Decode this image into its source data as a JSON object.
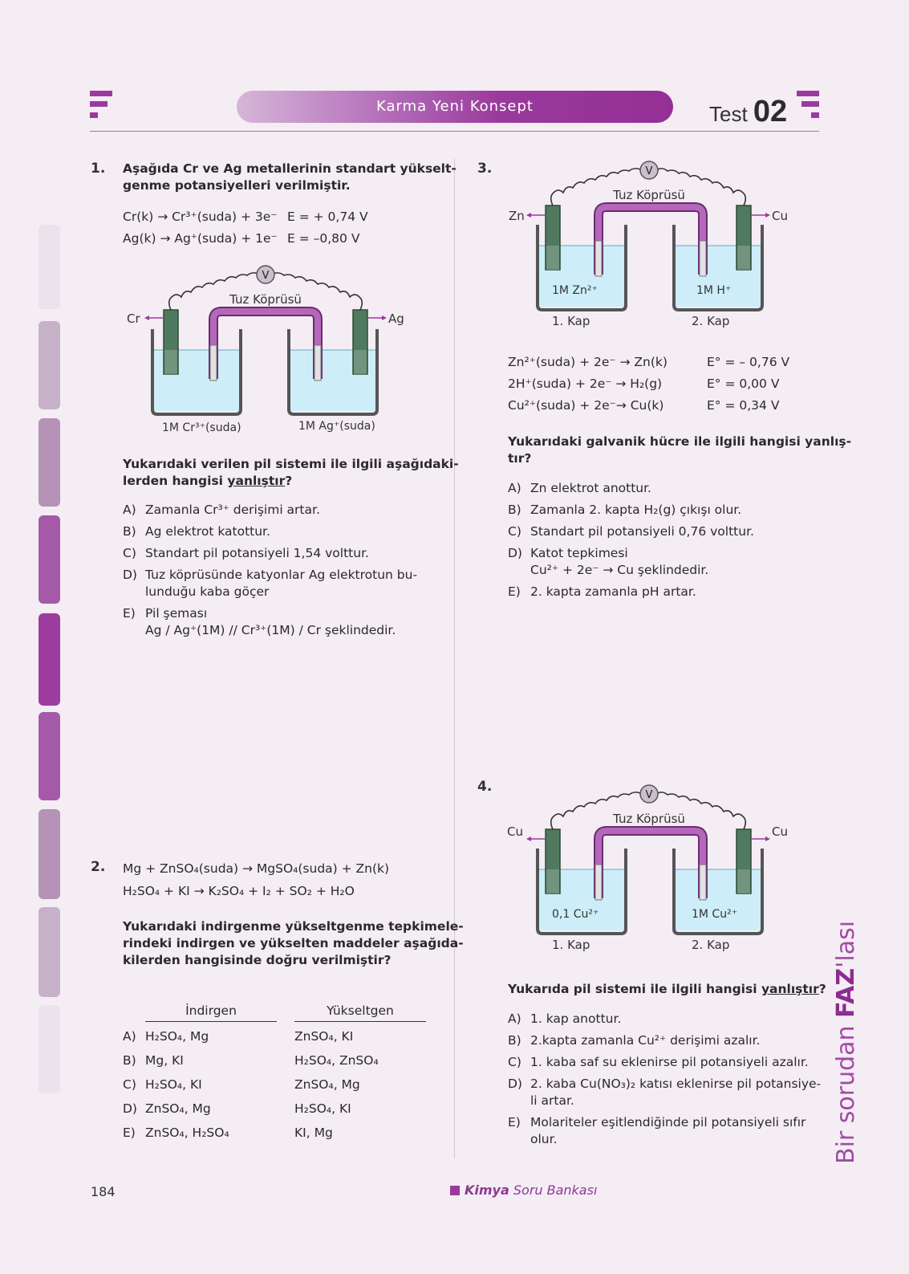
{
  "header": {
    "band_title": "Karma Yeni Konsept",
    "test_label": "Test",
    "test_number": "02"
  },
  "colors": {
    "accent": "#9b3a9e",
    "solution": "#cdeef8"
  },
  "q1": {
    "number": "1.",
    "intro_line1": "Aşağıda Cr ve Ag metallerinin standart yükselt-",
    "intro_line2": "genme potansiyelleri verilmiştir.",
    "reaction1": "Cr(k) → Cr³⁺(suda) + 3e⁻",
    "reaction1_e": "E = + 0,74 V",
    "reaction2": "Ag(k) → Ag⁺(suda) + 1e⁻",
    "reaction2_e": "E = –0,80 V",
    "diagram": {
      "voltmeter": "V",
      "bridge": "Tuz Köprüsü",
      "left_electrode": "Cr",
      "right_electrode": "Ag",
      "left_solution": "1M Cr³⁺(suda)",
      "right_solution": "1M Ag⁺(suda)"
    },
    "question_line1": "Yukarıdaki verilen pil sistemi ile ilgili aşağıdaki-",
    "question_line2_a": "lerden hangisi ",
    "question_line2_b": "yanlıştır",
    "question_line2_c": "?",
    "options": [
      {
        "letter": "A)",
        "text": "Zamanla Cr³⁺ derişimi artar."
      },
      {
        "letter": "B)",
        "text": "Ag elektrot katottur."
      },
      {
        "letter": "C)",
        "text": "Standart pil potansiyeli 1,54 volttur."
      },
      {
        "letter": "D)",
        "text": "Tuz köprüsünde katyonlar Ag elektrotun bu-",
        "text2": "lunduğu kaba göçer"
      },
      {
        "letter": "E)",
        "text": "Pil şeması",
        "text2": "Ag / Ag⁺(1M) // Cr³⁺(1M) / Cr şeklindedir."
      }
    ]
  },
  "q2": {
    "number": "2.",
    "reaction1": "Mg + ZnSO₄(suda) → MgSO₄(suda) + Zn(k)",
    "reaction2": "H₂SO₄ + KI → K₂SO₄ + I₂ + SO₂ + H₂O",
    "question_line1": "Yukarıdaki indirgenme yükseltgenme tepkimele-",
    "question_line2": "rindeki indirgen ve yükselten maddeler aşağıda-",
    "question_line3": "kilerden hangisinde doğru verilmiştir?",
    "col1": "İndirgen",
    "col2": "Yükseltgen",
    "rows": [
      {
        "letter": "A)",
        "a": "H₂SO₄, Mg",
        "b": "ZnSO₄, KI"
      },
      {
        "letter": "B)",
        "a": "Mg, KI",
        "b": "H₂SO₄, ZnSO₄"
      },
      {
        "letter": "C)",
        "a": "H₂SO₄, KI",
        "b": "ZnSO₄, Mg"
      },
      {
        "letter": "D)",
        "a": "ZnSO₄, Mg",
        "b": "H₂SO₄, KI"
      },
      {
        "letter": "E)",
        "a": "ZnSO₄, H₂SO₄",
        "b": "KI, Mg"
      }
    ]
  },
  "q3": {
    "number": "3.",
    "diagram": {
      "voltmeter": "V",
      "bridge": "Tuz Köprüsü",
      "left_electrode": "Zn",
      "right_electrode": "Cu",
      "left_solution": "1M Zn²⁺",
      "right_solution": "1M H⁺",
      "left_cup": "1. Kap",
      "right_cup": "2. Kap"
    },
    "reactions": [
      {
        "eq": "Zn²⁺(suda) + 2e⁻ → Zn(k)",
        "e": "E° = – 0,76 V"
      },
      {
        "eq": "2H⁺(suda) + 2e⁻ → H₂(g)",
        "e": "E° = 0,00 V"
      },
      {
        "eq": "Cu²⁺(suda) + 2e⁻→ Cu(k)",
        "e": "E° = 0,34 V"
      }
    ],
    "question_line1": "Yukarıdaki galvanik hücre ile ilgili hangisi yanlış-",
    "question_line2": "tır?",
    "options": [
      {
        "letter": "A)",
        "text": "Zn elektrot anottur."
      },
      {
        "letter": "B)",
        "text": "Zamanla 2. kapta H₂(g) çıkışı olur."
      },
      {
        "letter": "C)",
        "text": "Standart pil potansiyeli 0,76 volttur."
      },
      {
        "letter": "D)",
        "text": "Katot tepkimesi",
        "text2": "Cu²⁺ + 2e⁻ → Cu şeklindedir."
      },
      {
        "letter": "E)",
        "text": "2. kapta zamanla pH artar."
      }
    ]
  },
  "q4": {
    "number": "4.",
    "diagram": {
      "voltmeter": "V",
      "bridge": "Tuz Köprüsü",
      "left_electrode": "Cu",
      "right_electrode": "Cu",
      "left_solution": "0,1 Cu²⁺",
      "right_solution": "1M Cu²⁺",
      "left_cup": "1. Kap",
      "right_cup": "2. Kap"
    },
    "question_a": "Yukarıda pil sistemi ile ilgili hangisi ",
    "question_b": "yanlıştır",
    "question_c": "?",
    "options": [
      {
        "letter": "A)",
        "text": "1. kap anottur."
      },
      {
        "letter": "B)",
        "text": "2.kapta zamanla Cu²⁺ derişimi azalır."
      },
      {
        "letter": "C)",
        "text": "1. kaba saf su eklenirse pil potansiyeli azalır."
      },
      {
        "letter": "D)",
        "text": "2. kaba Cu(NO₃)₂ katısı eklenirse pil potansiye-",
        "text2": "li artar."
      },
      {
        "letter": "E)",
        "text": "Molariteler eşitlendiğinde pil potansiyeli sıfır",
        "text2": "olur."
      }
    ]
  },
  "side_banner": {
    "prefix": "Bir sorudan ",
    "highlight": "FAZ",
    "suffix": "'lası"
  },
  "footer": {
    "page_number": "184",
    "book_bold": "Kimya",
    "book_rest": " Soru Bankası"
  }
}
